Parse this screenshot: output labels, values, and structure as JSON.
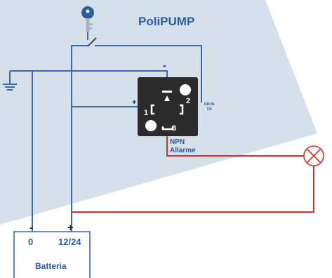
{
  "diagram": {
    "title": "PoliPUMP",
    "wire_colors": {
      "blue": "#3d6aa3",
      "red": "#d8312c",
      "dark": "#444444"
    },
    "background_color": "#d6e0ea",
    "sensor": {
      "pin1": "1",
      "pin2": "2",
      "pin3": "3",
      "plus": "+",
      "minus": "-",
      "side_label_top": "NRUN",
      "side_label_bottom": "FN"
    },
    "npn_label": "NPN",
    "allarme_label": "Allarme",
    "battery": {
      "label": "Batteria",
      "negative_terminal": "0",
      "positive_terminal": "12/24",
      "minus_sign": "-",
      "plus_sign": "+"
    },
    "icons": [
      "key-icon",
      "ground-icon",
      "lamp-icon",
      "switch-icon"
    ]
  }
}
